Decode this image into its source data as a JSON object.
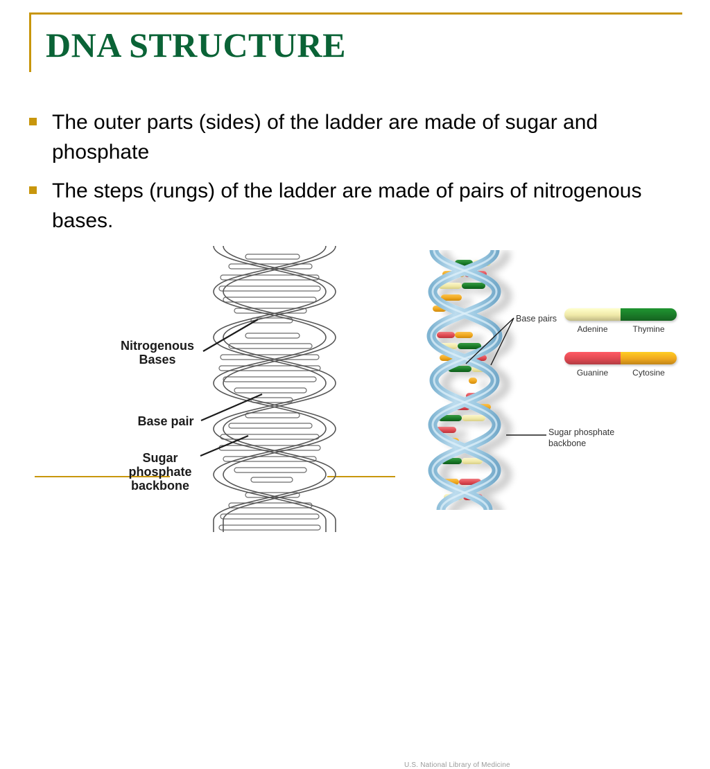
{
  "slide": {
    "title": "DNA STRUCTURE",
    "accent_color": "#c8960c",
    "title_color": "#0a6336",
    "background_color": "#ffffff",
    "bullets": [
      "The outer parts (sides) of the ladder are made of sugar and phosphate",
      "The steps (rungs) of the ladder are made of pairs of nitrogenous bases."
    ]
  },
  "diagram_left": {
    "name": "dna-ladder-line-drawing",
    "labels": {
      "nitrogenous_bases": "Nitrogenous\nBases",
      "base_pair": "Base pair",
      "sugar_phosphate_backbone": "Sugar\nphosphate\nbackbone"
    }
  },
  "diagram_right": {
    "name": "dna-double-helix-illustration",
    "labels": {
      "base_pairs": "Base pairs",
      "sugar_phosphate_backbone": "Sugar phosphate\nbackbone"
    },
    "attribution": "U.S. National Library of Medicine",
    "colors": {
      "backbone": "#a9cde2",
      "adenine": "#f0e9a8",
      "thymine": "#1a7a28",
      "guanine": "#e04a52",
      "cytosine": "#f0a81e"
    },
    "legend": [
      {
        "left_label": "Adenine",
        "right_label": "Thymine",
        "left_color": "#f0e9a8",
        "right_color": "#1a7a28"
      },
      {
        "left_label": "Guanine",
        "right_label": "Cytosine",
        "left_color": "#e04a52",
        "right_color": "#f0a81e"
      }
    ]
  }
}
